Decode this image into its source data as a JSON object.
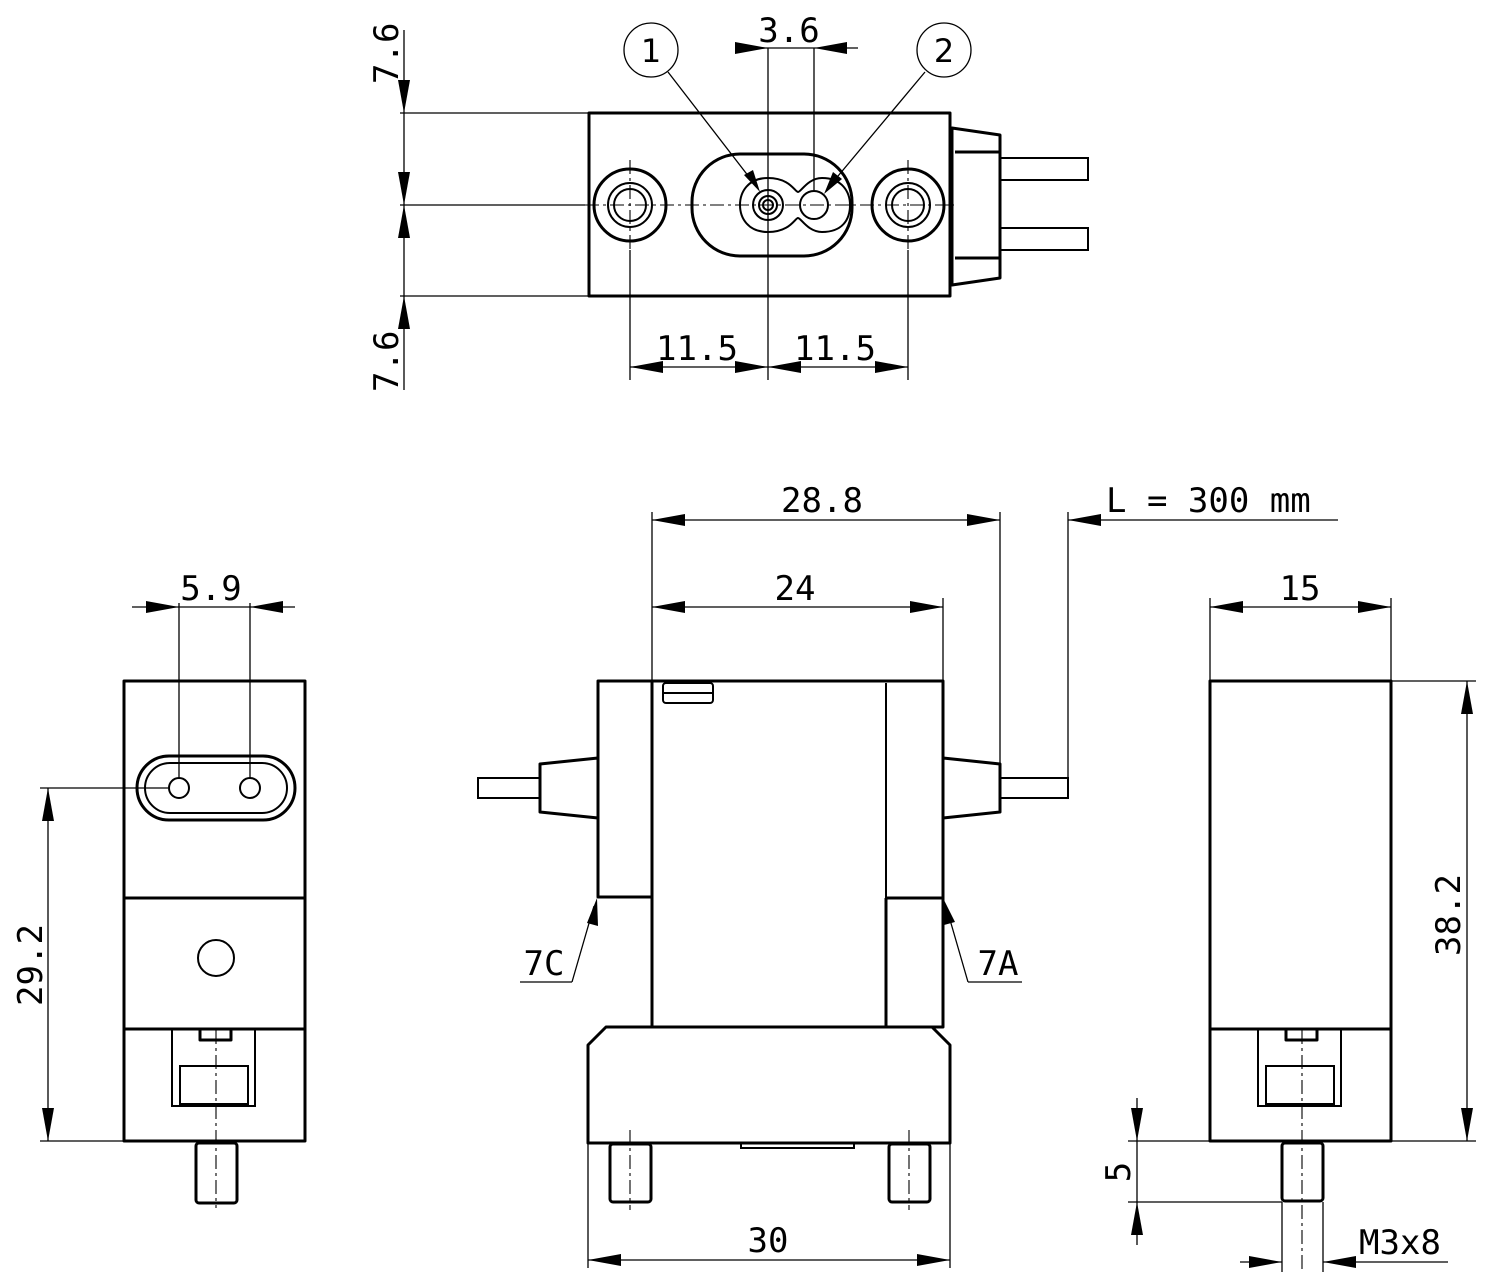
{
  "top_view": {
    "dim_top_pitch": "7.6",
    "dim_bottom_pitch": "7.6",
    "dim_contact_pitch": "3.6",
    "dim_left_hole": "11.5",
    "dim_right_hole": "11.5",
    "balloon_1": "1",
    "balloon_2": "2"
  },
  "left_view": {
    "dim_port_pitch": "5.9",
    "dim_height": "29.2"
  },
  "front_view": {
    "dim_overall": "28.8",
    "dim_body": "24",
    "dim_cable": "L = 300 mm",
    "dim_base": "30",
    "label_7c": "7C",
    "label_7a": "7A"
  },
  "right_view": {
    "dim_width": "15",
    "dim_height": "38.2",
    "dim_stud": "5",
    "dim_thread": "M3x8"
  }
}
